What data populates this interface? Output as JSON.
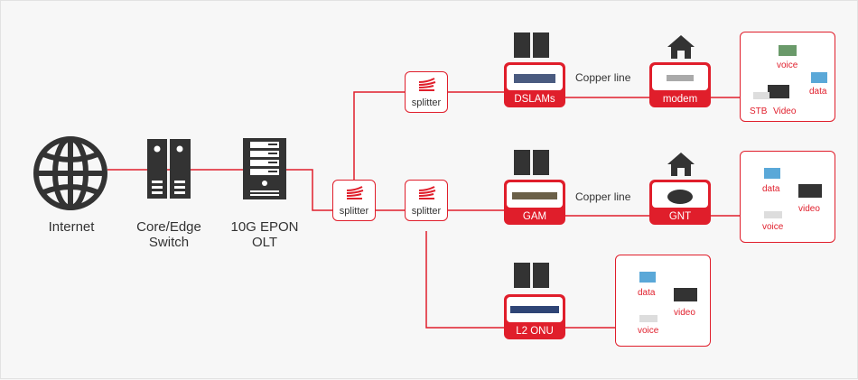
{
  "colors": {
    "accent": "#e01e2b",
    "icon": "#333333",
    "background": "#f7f7f7"
  },
  "core": [
    {
      "icon": "globe-icon",
      "label": "Internet"
    },
    {
      "icon": "switch-icon",
      "label_line1": "Core/Edge",
      "label_line2": "Switch"
    },
    {
      "icon": "olt-icon",
      "label_line1": "10G EPON",
      "label_line2": "OLT"
    }
  ],
  "splitters": [
    {
      "label": "splitter"
    },
    {
      "label": "splitter"
    },
    {
      "label": "splitter"
    }
  ],
  "branches": [
    {
      "device": "DSLAMs",
      "link": "Copper line",
      "cpe": "modem",
      "services": [
        "voice",
        "data",
        "STB",
        "Video"
      ]
    },
    {
      "device": "GAM",
      "link": "Copper line",
      "cpe": "GNT",
      "services": [
        "data",
        "video",
        "voice"
      ]
    },
    {
      "device": "L2 ONU",
      "services": [
        "data",
        "video",
        "voice"
      ]
    }
  ]
}
